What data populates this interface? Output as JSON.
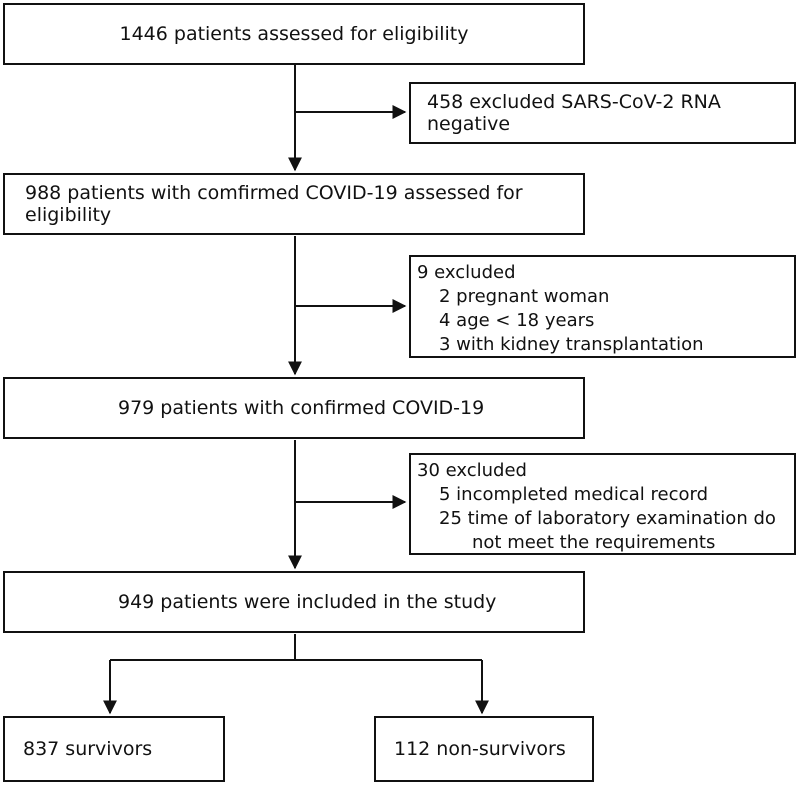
{
  "boxes": {
    "assessed": "1446 patients assessed for eligibility",
    "excluded_rna": "458 excluded SARS-CoV-2 RNA negative",
    "confirmed_assessed": "988 patients with comfirmed COVID-19 assessed for eligibility",
    "excluded_9": {
      "title": "9 excluded",
      "items": [
        "2 pregnant woman",
        "4 age < 18 years",
        "3 with kidney transplantation"
      ]
    },
    "confirmed": "979 patients with confirmed COVID-19",
    "excluded_30": {
      "title": "30 excluded",
      "items": [
        "5 incompleted medical record",
        "25 time of laboratory examination  do",
        "not meet the requirements"
      ]
    },
    "included": "949 patients were included in the study",
    "survivors": "837 survivors",
    "non_survivors": "112 non-survivors"
  }
}
